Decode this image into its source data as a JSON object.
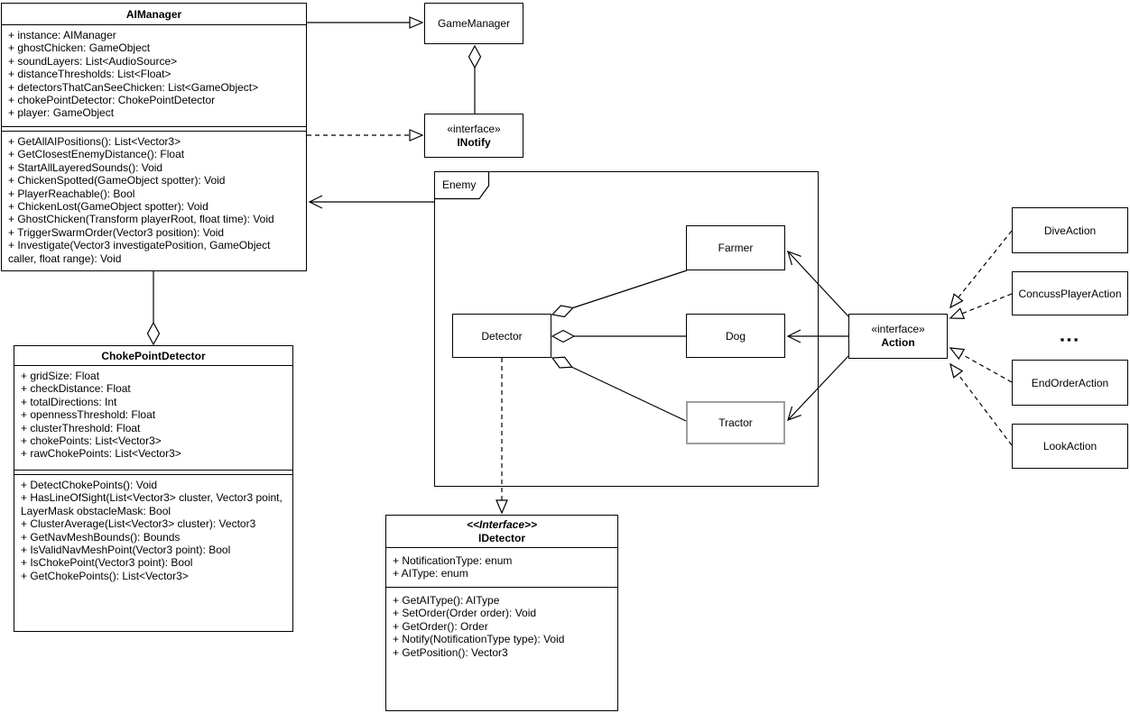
{
  "classes": {
    "aimanager": {
      "title": "AIManager",
      "attributes": [
        "+ instance: AIManager",
        "+ ghostChicken: GameObject",
        "+ soundLayers: List<AudioSource>",
        "+ distanceThresholds: List<Float>",
        "+ detectorsThatCanSeeChicken: List<GameObject>",
        "+ chokePointDetector: ChokePointDetector",
        "+ player: GameObject"
      ],
      "methods": [
        "+ GetAllAIPositions(): List<Vector3>",
        "+ GetClosestEnemyDistance(): Float",
        "+ StartAllLayeredSounds(): Void",
        "+ ChickenSpotted(GameObject spotter): Void",
        "+ PlayerReachable(): Bool",
        "+ ChickenLost(GameObject spotter): Void",
        "+ GhostChicken(Transform playerRoot, float time): Void",
        "+ TriggerSwarmOrder(Vector3 position): Void",
        "+ Investigate(Vector3 investigatePosition, GameObject caller, float range): Void"
      ]
    },
    "gamemanager": {
      "title": "GameManager"
    },
    "inotify": {
      "stereotype": "«interface»",
      "title": "INotify"
    },
    "chokepointdetector": {
      "title": "ChokePointDetector",
      "attributes": [
        "+ gridSize: Float",
        "+ checkDistance: Float",
        "+ totalDirections: Int",
        "+ opennessThreshold: Float",
        "+ clusterThreshold: Float",
        "+ chokePoints: List<Vector3>",
        "+ rawChokePoints: List<Vector3>"
      ],
      "methods": [
        "+ DetectChokePoints(): Void",
        "+ HasLineOfSight(List<Vector3> cluster, Vector3 point, LayerMask obstacleMask: Bool",
        "+ ClusterAverage(List<Vector3> cluster): Vector3",
        "+ GetNavMeshBounds(): Bounds",
        "+ IsValidNavMeshPoint(Vector3 point): Bool",
        "+ IsChokePoint(Vector3 point): Bool",
        "+ GetChokePoints(): List<Vector3>"
      ]
    },
    "enemy_frame": {
      "label": "Enemy"
    },
    "farmer": {
      "title": "Farmer"
    },
    "detector": {
      "title": "Detector"
    },
    "dog": {
      "title": "Dog"
    },
    "tractor": {
      "title": "Tractor"
    },
    "idetector": {
      "stereotype": "<<Interface>>",
      "title": "IDetector",
      "attributes": [
        "+ NotificationType: enum",
        "+ AIType: enum"
      ],
      "methods": [
        "+ GetAIType(): AIType",
        "+ SetOrder(Order order): Void",
        "+ GetOrder(): Order",
        "+ Notify(NotificationType type): Void",
        "+ GetPosition(): Vector3"
      ]
    },
    "action": {
      "stereotype": "«interface»",
      "title": "Action"
    },
    "diveaction": {
      "title": "DiveAction"
    },
    "concussplayeraction": {
      "title": "ConcussPlayerAction"
    },
    "endorderaction": {
      "title": "EndOrderAction"
    },
    "lookaction": {
      "title": "LookAction"
    },
    "ellipsis": "▪▪▪"
  },
  "colors": {
    "stroke": "#000000",
    "background": "#ffffff",
    "tractor_border": "#9e9e9e"
  },
  "relationships": [
    {
      "from": "AIManager",
      "to": "GameManager",
      "type": "generalization (solid, hollow triangle)"
    },
    {
      "from": "AIManager",
      "to": "INotify",
      "type": "realization (dashed, hollow triangle)"
    },
    {
      "from": "GameManager",
      "to": "INotify",
      "type": "aggregation (hollow diamond at GameManager)"
    },
    {
      "from": "Enemy",
      "to": "AIManager",
      "type": "directed association (open arrow)"
    },
    {
      "from": "AIManager",
      "to": "ChokePointDetector",
      "type": "aggregation (hollow diamond at ChokePointDetector)"
    },
    {
      "from": "Detector",
      "to": "Farmer",
      "type": "aggregation (hollow diamond at Detector)"
    },
    {
      "from": "Detector",
      "to": "Dog",
      "type": "aggregation (hollow diamond at Detector)"
    },
    {
      "from": "Detector",
      "to": "Tractor",
      "type": "aggregation (hollow diamond at Detector)"
    },
    {
      "from": "Detector",
      "to": "IDetector",
      "type": "realization (dashed, hollow triangle)"
    },
    {
      "from": "Action",
      "to": "Farmer",
      "type": "directed association (open arrow)"
    },
    {
      "from": "Action",
      "to": "Dog",
      "type": "directed association (open arrow)"
    },
    {
      "from": "Action",
      "to": "Tractor",
      "type": "directed association (open arrow)"
    },
    {
      "from": "DiveAction",
      "to": "Action",
      "type": "realization (dashed, hollow triangle)"
    },
    {
      "from": "ConcussPlayerAction",
      "to": "Action",
      "type": "realization (dashed, hollow triangle)"
    },
    {
      "from": "EndOrderAction",
      "to": "Action",
      "type": "realization (dashed, hollow triangle)"
    },
    {
      "from": "LookAction",
      "to": "Action",
      "type": "realization (dashed, hollow triangle)"
    }
  ]
}
